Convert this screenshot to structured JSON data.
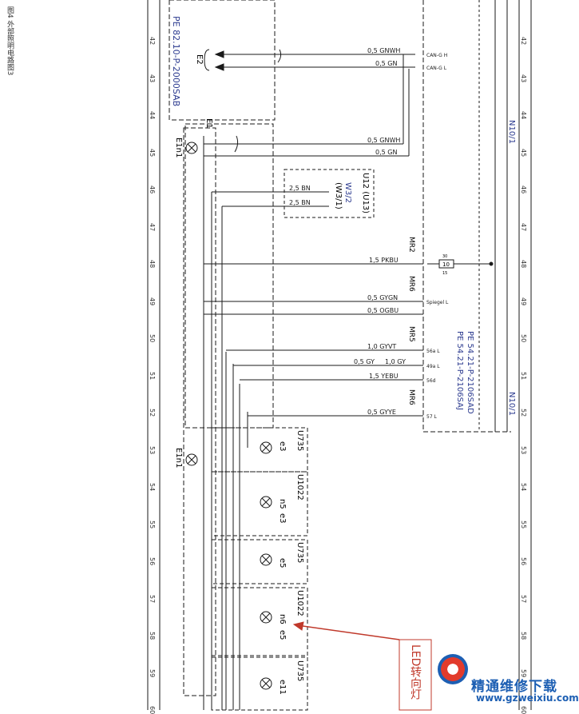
{
  "figure": {
    "caption": "图4 外部照明电路图3",
    "grid_numbers": [
      "42",
      "43",
      "44",
      "45",
      "46",
      "47",
      "48",
      "49",
      "50",
      "51",
      "52",
      "53",
      "54",
      "55",
      "56",
      "57",
      "58",
      "59",
      "60"
    ],
    "references": {
      "top": "PE 82.10-P-2000SAB",
      "right_a": "PE 54.21-P-2106SAD",
      "right_b": "PE 54.21-P-2106SAJ"
    },
    "components": {
      "E2": "E2",
      "E1": "E1",
      "E1n1_a": "E1n1",
      "E1n1_b": "E1n1",
      "U12_U13": "U12 (U13)",
      "W3_2": "W3/2",
      "W3_1": "(W3/1)",
      "N10_1_top": "N10/1",
      "N10_1_bottom": "N10/1",
      "U735_a": "U735",
      "U1022_a": "U1022",
      "U735_b": "U735",
      "U1022_b": "U1022",
      "U735_c": "U735"
    },
    "connectors": {
      "MR2": "MR2",
      "MR6_a": "MR6",
      "MR5": "MR5",
      "MR6_b": "MR6"
    },
    "lamps": [
      "e3",
      "n5",
      "e3",
      "e5",
      "n6",
      "e5",
      "e11"
    ],
    "wires": [
      {
        "id": "w1",
        "label": "0,5 GNWH",
        "pin": "CAN-G H"
      },
      {
        "id": "w2",
        "label": "0,5 GN",
        "pin": "CAN-G L"
      },
      {
        "id": "w3",
        "label": "0,5 GNWH",
        "pin": ""
      },
      {
        "id": "w4",
        "label": "0,5 GN",
        "pin": ""
      },
      {
        "id": "w5",
        "label": "2,5 BN",
        "pin": ""
      },
      {
        "id": "w6",
        "label": "2,5 BN",
        "pin": ""
      },
      {
        "id": "w7",
        "label": "1,5 PKBU",
        "pin": ""
      },
      {
        "id": "w8",
        "label": "0,5 GYGN",
        "pin": "Spiegel L"
      },
      {
        "id": "w9",
        "label": "0,5 OGBU",
        "pin": ""
      },
      {
        "id": "w10",
        "label": "1,0 GYVT",
        "pin": "56a L"
      },
      {
        "id": "w11",
        "label": "0,5 GY",
        "pin": "49a L"
      },
      {
        "id": "w11b",
        "label": "1,0 GY",
        "pin": ""
      },
      {
        "id": "w12",
        "label": "1,5 YEBU",
        "pin": "56d"
      },
      {
        "id": "w13",
        "label": "0,5 GYYE",
        "pin": "57 L"
      }
    ],
    "fuse": {
      "value": "10",
      "label_a": "30",
      "label_b": "15"
    },
    "annotation": "LED转向灯",
    "watermark": {
      "brand": "精通维修下载",
      "url": "www.gzweixiu.com"
    }
  },
  "colors": {
    "line": "#1a1a1a",
    "blue_text": "#2b3a8f",
    "arrow": "#c0392b",
    "watermark_red": "#e23b2c",
    "watermark_blue": "#1d5fb3"
  }
}
